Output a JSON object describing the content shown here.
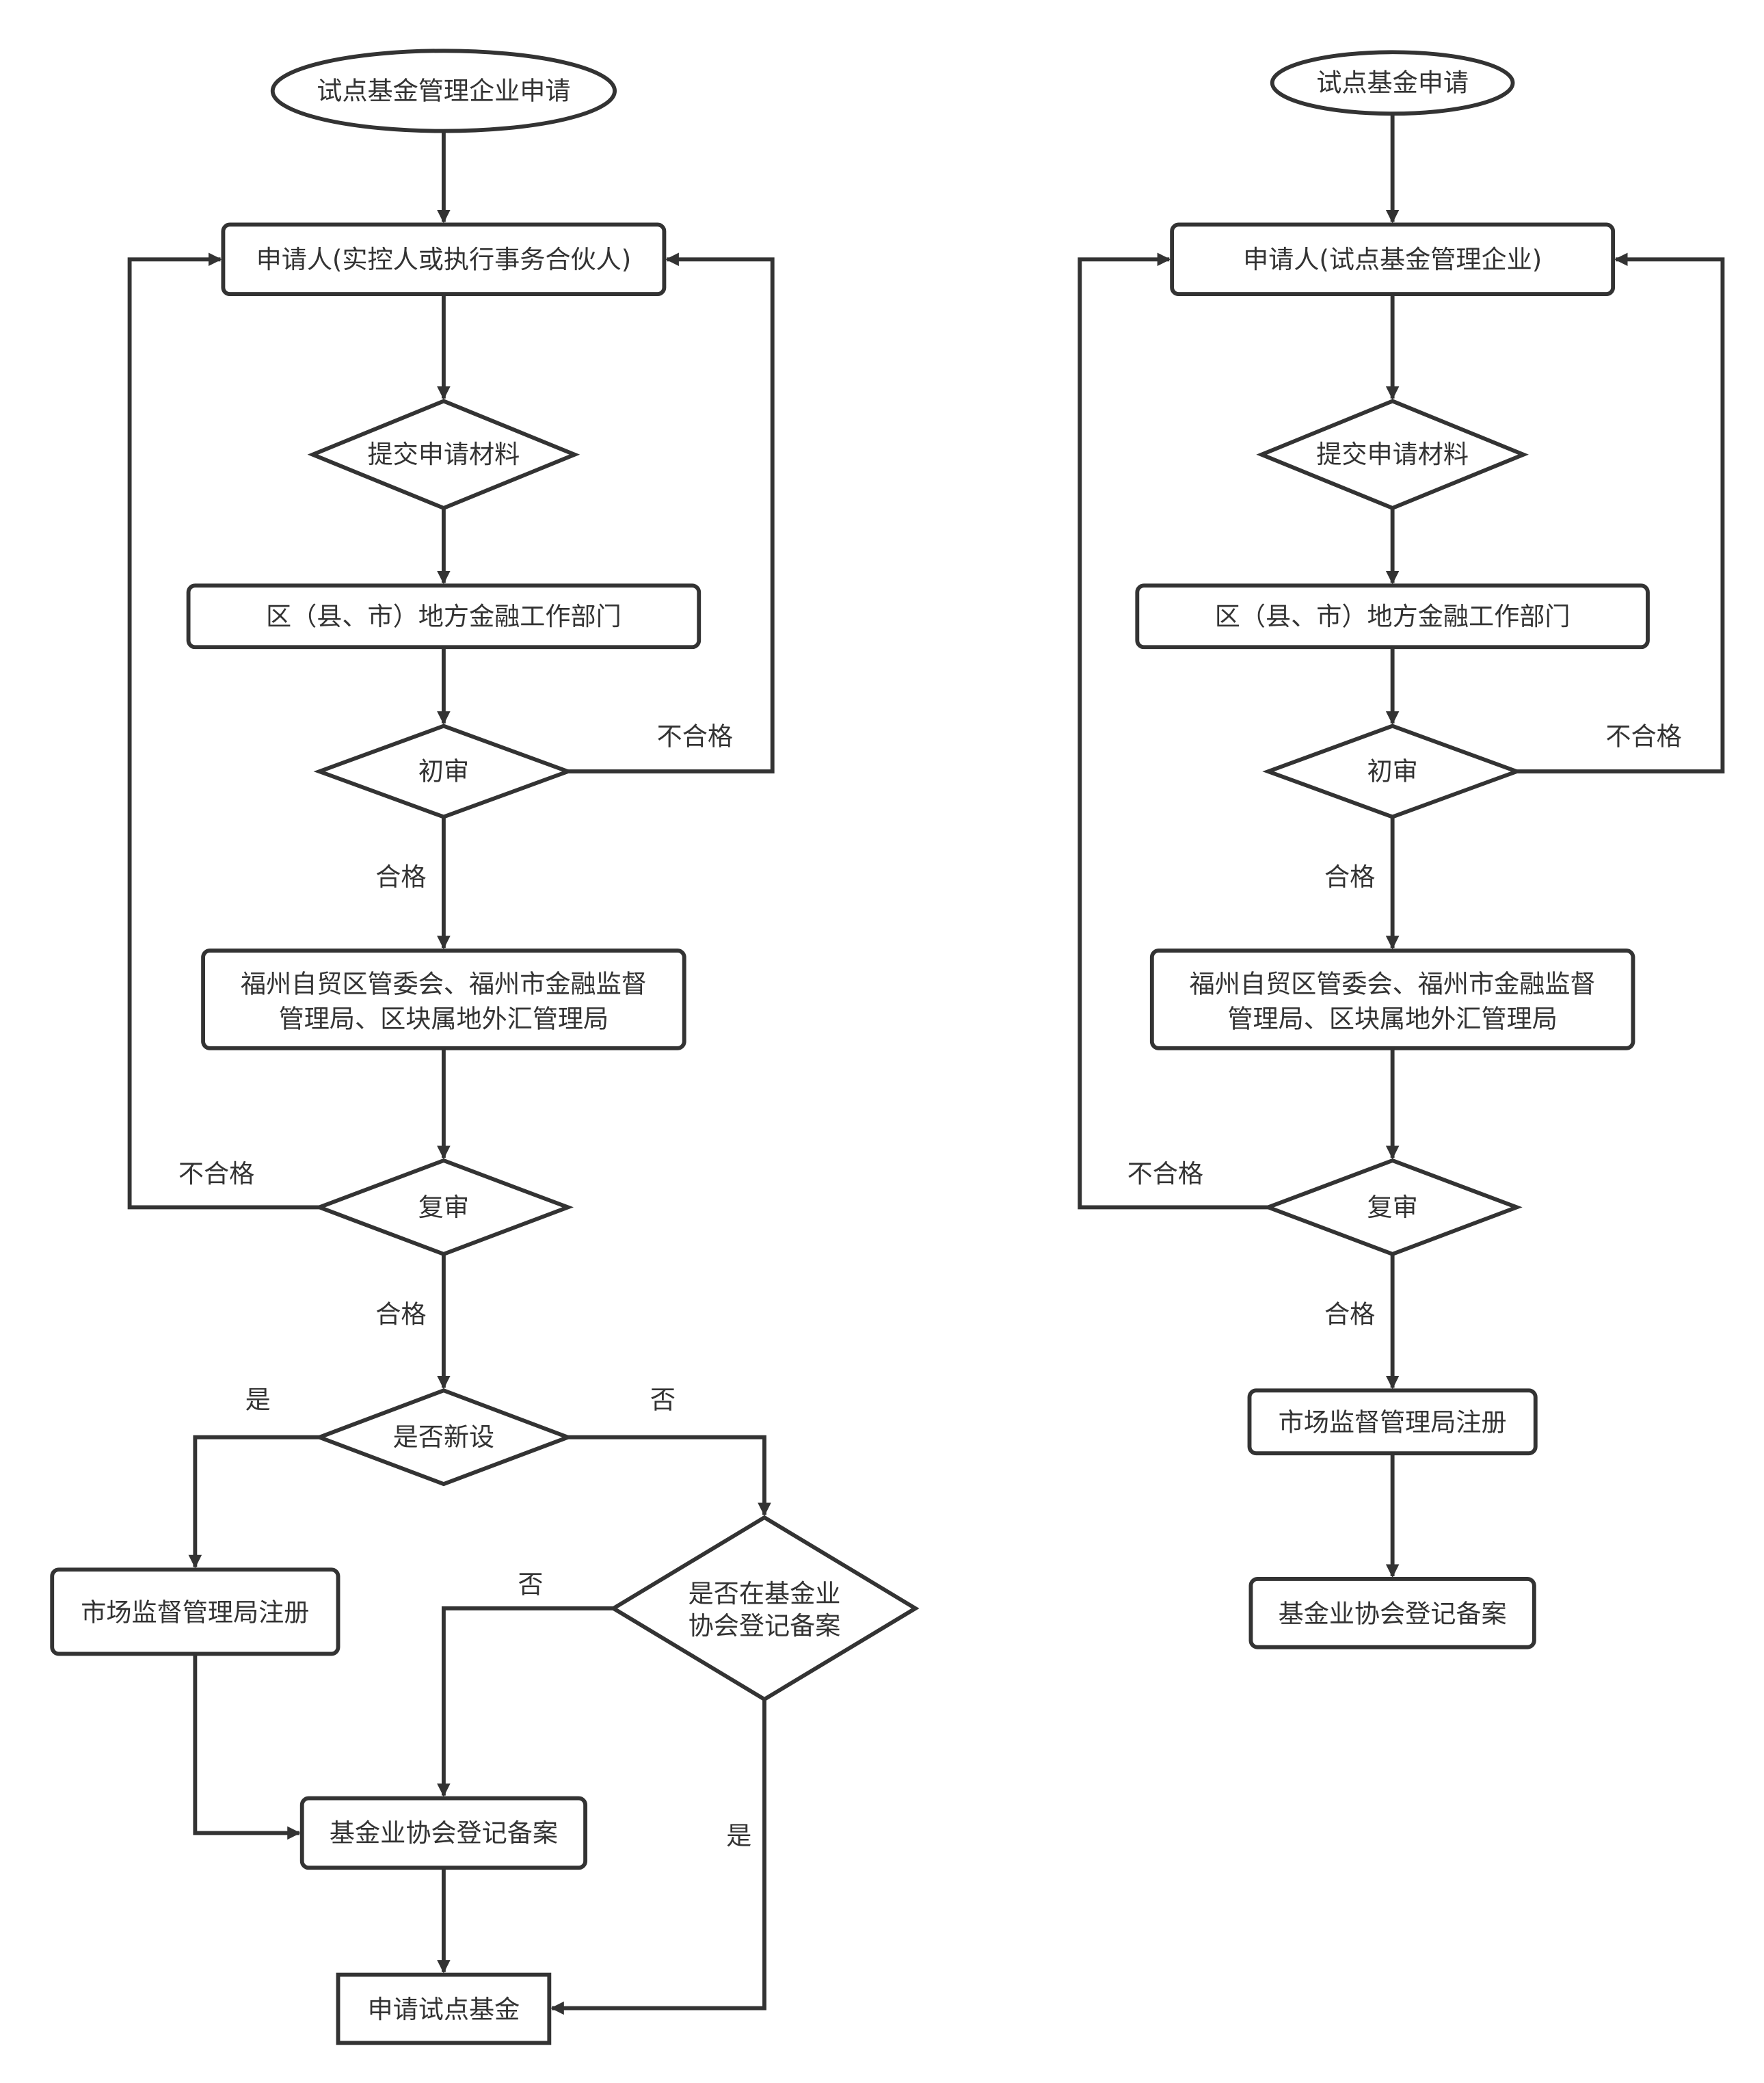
{
  "left_flow": {
    "start": "试点基金管理企业申请",
    "applicant": "申请人(实控人或执行事务合伙人)",
    "submit": "提交申请材料",
    "local_dept": "区（县、市）地方金融工作部门",
    "initial_review": "初审",
    "authorities_line1": "福州自贸区管委会、福州市金融监督",
    "authorities_line2": "管理局、区块属地外汇管理局",
    "second_review": "复审",
    "is_new": "是否新设",
    "market_reg": "市场监督管理局注册",
    "is_registered_line1": "是否在基金业",
    "is_registered_line2": "协会登记备案",
    "amac_filing": "基金业协会登记备案",
    "apply_pilot_fund": "申请试点基金",
    "edge_labels": {
      "initial_fail": "不合格",
      "initial_pass": "合格",
      "second_fail": "不合格",
      "second_pass": "合格",
      "new_yes": "是",
      "new_no": "否",
      "registered_no": "否",
      "registered_yes": "是"
    }
  },
  "right_flow": {
    "start": "试点基金申请",
    "applicant": "申请人(试点基金管理企业)",
    "submit": "提交申请材料",
    "local_dept": "区（县、市）地方金融工作部门",
    "initial_review": "初审",
    "authorities_line1": "福州自贸区管委会、福州市金融监督",
    "authorities_line2": "管理局、区块属地外汇管理局",
    "second_review": "复审",
    "market_reg": "市场监督管理局注册",
    "amac_filing": "基金业协会登记备案",
    "edge_labels": {
      "initial_fail": "不合格",
      "initial_pass": "合格",
      "second_fail": "不合格",
      "second_pass": "合格"
    }
  }
}
